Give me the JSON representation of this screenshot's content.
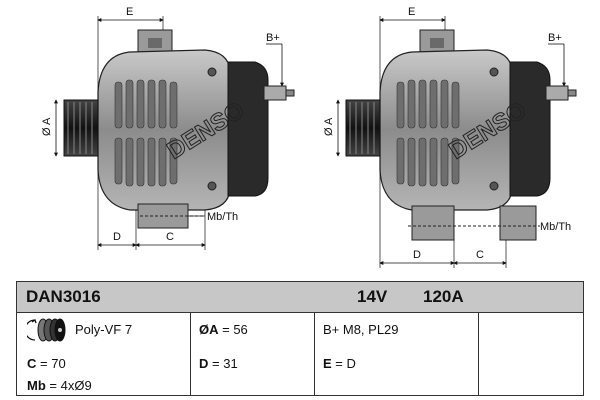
{
  "drawing": {
    "left_view": {
      "dim_e": "E",
      "dim_d": "D",
      "dim_c": "C",
      "dim_a": "Ø A",
      "terminal_b": "B+",
      "mount_label": "Mb/Th",
      "brand": "DENSO"
    },
    "right_view": {
      "dim_e": "E",
      "dim_d": "D",
      "dim_c": "C",
      "dim_a": "Ø A",
      "terminal_b": "B+",
      "mount_label": "Mb/Th",
      "brand": "DENSO"
    }
  },
  "spec": {
    "part_number": "DAN3016",
    "voltage": "14V",
    "current": "120A",
    "pulley": "Poly-VF 7",
    "c_label": "C",
    "c_value": "= 70",
    "mb_label": "Mb",
    "mb_value": "= 4xØ9",
    "a_label": "ØA",
    "a_value": "= 56",
    "d_label": "D",
    "d_value": "= 31",
    "terminal": "B+ M8, PL29",
    "e_label": "E",
    "e_value": "= D"
  },
  "colors": {
    "housing_gray": "#9a9a9a",
    "housing_dark": "#5e5e5e",
    "rear_cover": "#2a2a2a",
    "header_bg": "#c7c7c7"
  }
}
